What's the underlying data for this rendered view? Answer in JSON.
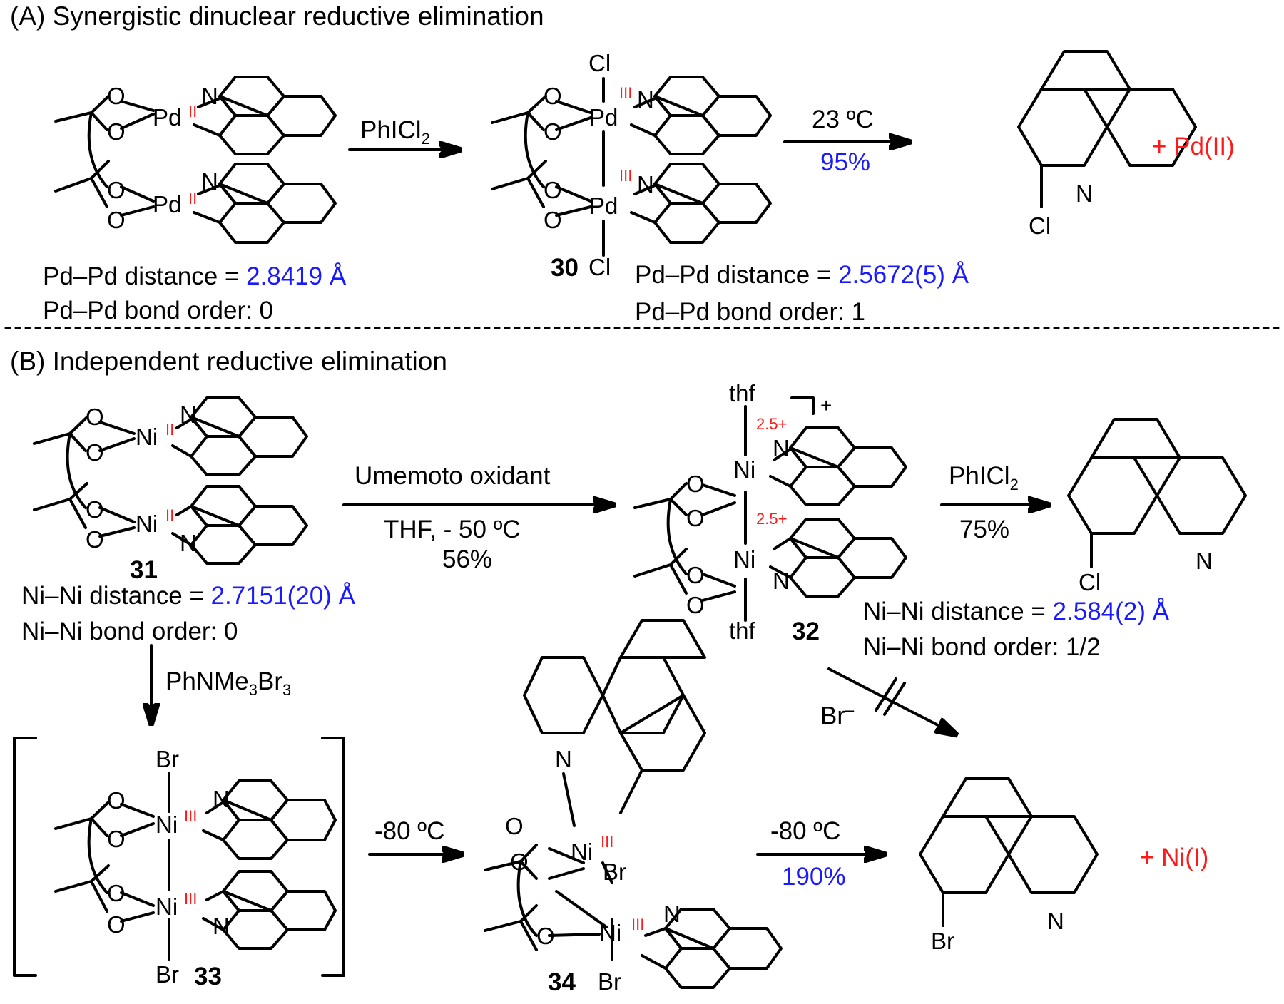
{
  "section_a": {
    "header": "(A) Synergistic dinuclear reductive elimination",
    "reagent_1": "PhICl",
    "reagent_1_sub": "2",
    "cond_temp": "23 ºC",
    "cond_yield": "95%",
    "byproduct": "+ Pd(II)",
    "start": {
      "dist_prefix": "Pd–Pd distance = ",
      "dist_value": "2.8419 Å",
      "bond_order": "Pd–Pd bond order: 0"
    },
    "compound_30": {
      "label": "30",
      "dist_prefix": "Pd–Pd distance = ",
      "dist_value": "2.5672(5) Å",
      "bond_order": "Pd–Pd bond order: 1"
    }
  },
  "section_b": {
    "header": "(B) Independent reductive elimination",
    "compound_31": {
      "label": "31",
      "dist_prefix": "Ni–Ni distance = ",
      "dist_value": "2.7151(20) Å",
      "bond_order": "Ni–Ni bond order: 0"
    },
    "reagent_umemoto": "Umemoto oxidant",
    "cond_umemoto": "THF, - 50 ºC",
    "yield_umemoto": "56%",
    "compound_32": {
      "label": "32",
      "charge": "+",
      "dist_prefix": "Ni–Ni distance = ",
      "dist_value": "2.584(2) Å",
      "bond_order": "Ni–Ni bond order: 1/2"
    },
    "reagent_phicl2": "PhICl",
    "reagent_phicl2_sub": "2",
    "yield_phicl2": "75%",
    "reagent_bromide": "Br",
    "reagent_bromide_sup": "–",
    "reagent_tribromide_a": "PhNMe",
    "reagent_tribromide_sub1": "3",
    "reagent_tribromide_b": "Br",
    "reagent_tribromide_sub2": "3",
    "compound_33": {
      "label": "33"
    },
    "step_temp": "-80 ºC",
    "compound_34": {
      "label": "34"
    },
    "final_temp": "-80 ºC",
    "final_yield": "190%",
    "byproduct": "+ Ni(I)"
  },
  "atoms": {
    "O": "O",
    "N": "N",
    "Pd": "Pd",
    "Ni": "Ni",
    "Cl": "Cl",
    "Br": "Br",
    "thf": "thf"
  },
  "oxidation_states": {
    "II": "II",
    "III": "III",
    "mixed": "2.5+"
  },
  "colors": {
    "blue": "#1a1aff",
    "red": "#ff1a1a",
    "black": "#000000"
  }
}
